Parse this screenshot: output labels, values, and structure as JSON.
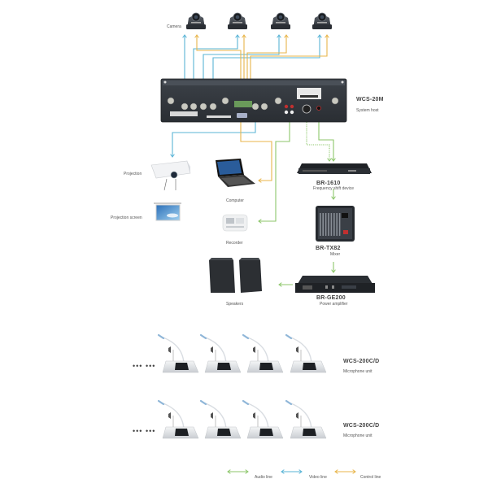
{
  "colors": {
    "audio": "#8cc66a",
    "video": "#5ab4d6",
    "control": "#e8b54a",
    "device_dark": "#2e3238",
    "device_mid": "#454a52",
    "background": "#ffffff"
  },
  "camera": {
    "label": "Camera",
    "count": 4
  },
  "host": {
    "model": "WCS-20M",
    "description": "System host"
  },
  "projection": {
    "label": "Projection"
  },
  "projection_screen": {
    "label": "Projection screen"
  },
  "computer": {
    "label": "Computer"
  },
  "recorder": {
    "label": "Recorder"
  },
  "frequency_shift": {
    "model": "BR-1610",
    "description": "Frequency shift device"
  },
  "mixer": {
    "model": "BR-TX82",
    "description": "Mixer"
  },
  "amplifier": {
    "model": "BR-GE200",
    "description": "Power amplifier"
  },
  "speakers": {
    "label": "Speakers"
  },
  "mic_rows": [
    {
      "model": "WCS-200C/D",
      "description": "Microphone unit",
      "ellipsis": "••• •••",
      "units": 4
    },
    {
      "model": "WCS-200C/D",
      "description": "Microphone unit",
      "ellipsis": "••• •••",
      "units": 4
    }
  ],
  "legend": [
    {
      "label": "Audio line",
      "type": "audio"
    },
    {
      "label": "Video line",
      "type": "video"
    },
    {
      "label": "Control line",
      "type": "control"
    }
  ]
}
